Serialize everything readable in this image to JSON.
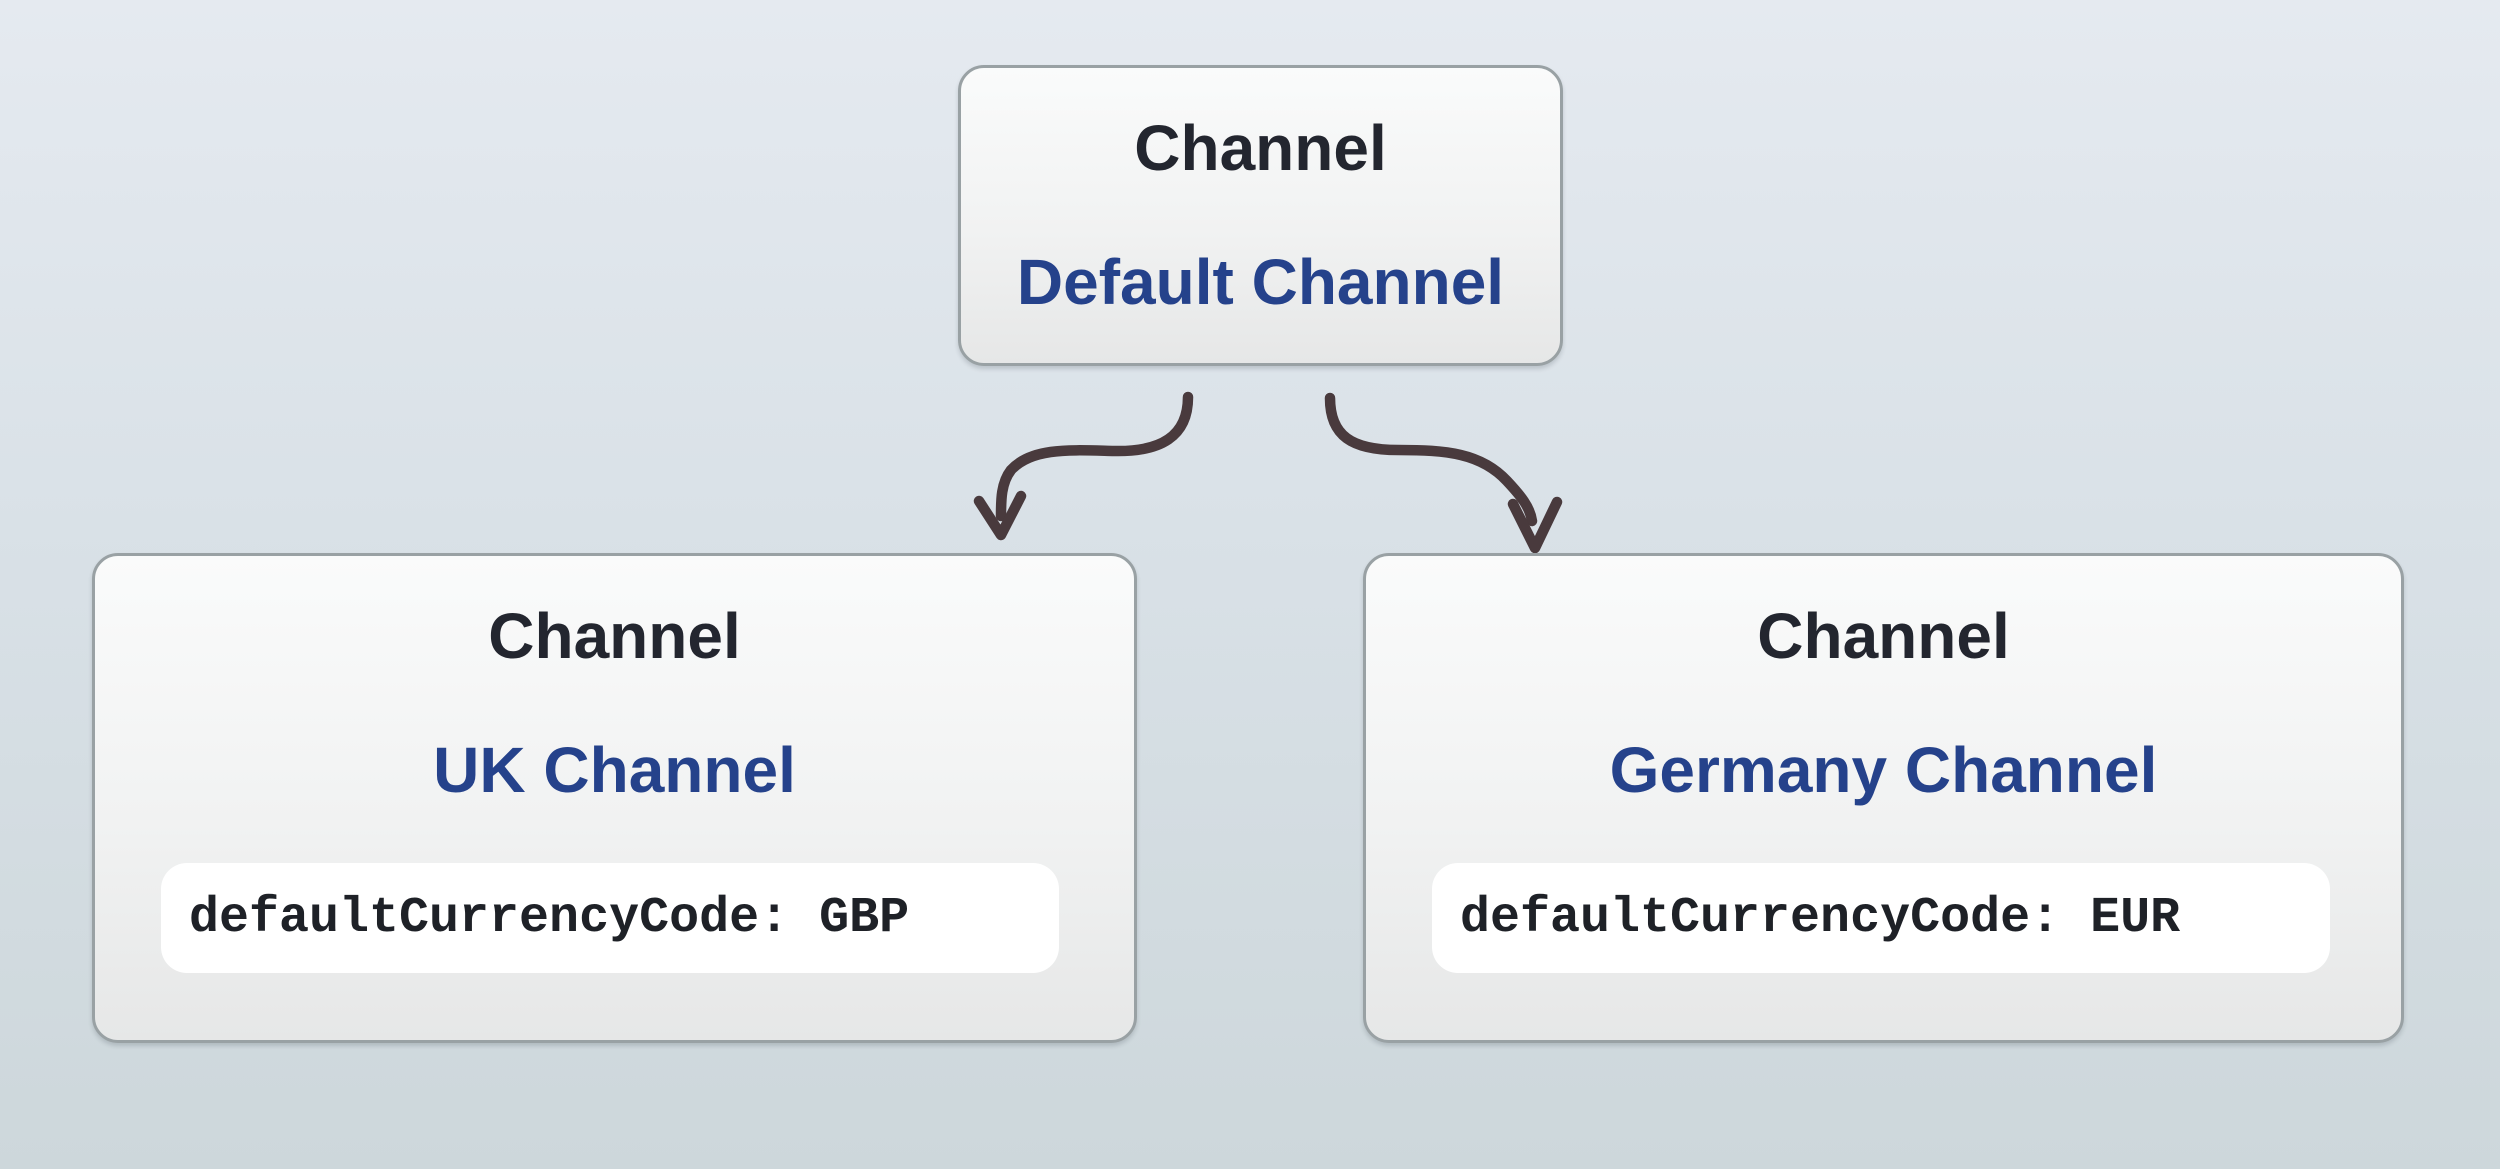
{
  "nodes": {
    "parent": {
      "type": "Channel",
      "name": "Default Channel"
    },
    "uk": {
      "type": "Channel",
      "name": "UK Channel",
      "attribute": "defaultCurrencyCode: GBP"
    },
    "germany": {
      "type": "Channel",
      "name": "Germany Channel",
      "attribute": "defaultCurrencyCode: EUR"
    }
  },
  "colors": {
    "page-bg-top": "#e5eaf0",
    "page-bg-bottom": "#cdd7db",
    "node-fill-top": "#fafbfb",
    "node-fill-bottom": "#e6e7e7",
    "node-border": "#99a1a4",
    "type-text": "#23262f",
    "name-text": "#25428b",
    "arrow": "#493a3d",
    "pill-bg": "#ffffff",
    "code-text": "#1e2127"
  }
}
